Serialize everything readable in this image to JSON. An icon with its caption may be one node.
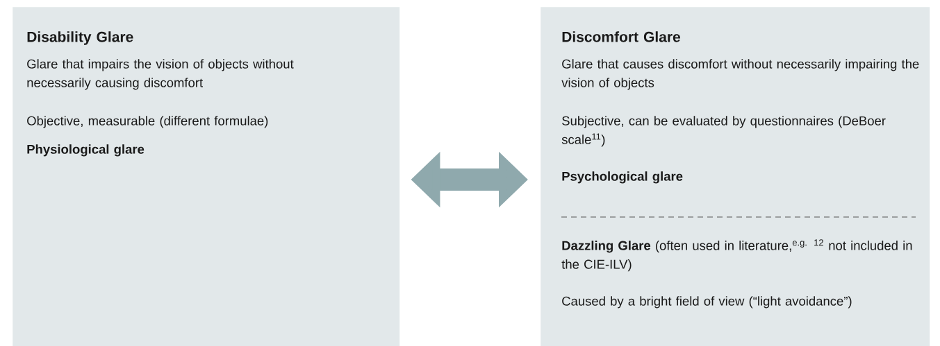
{
  "diagram": {
    "nodes": [
      {
        "text": [
          "Disability Glare",
          "Glare that impairs the vision of objects without necessarily causing discomfort",
          "Objective, measurable (different formulae)",
          "Physiological glare"
        ]
      },
      {
        "text": [
          "Discomfort Glare",
          "Glare that causes discomfort without necessarily impairing the vision of objects",
          "Subjective, can be evaluated by questionnaires (DeBoer scale$^{11}$)",
          "Psychological glare",
          "**Dazzling Glare** (often used in literature,$^{e.g. 12}$ not included in the CIE-ILV)",
          "Caused by a bright field of view (“light avoidance”)"
        ]
      }
    ],
    "edges": [
      {
        "from": 0,
        "to": 1,
        "arrow": "both"
      }
    ]
  }
}
